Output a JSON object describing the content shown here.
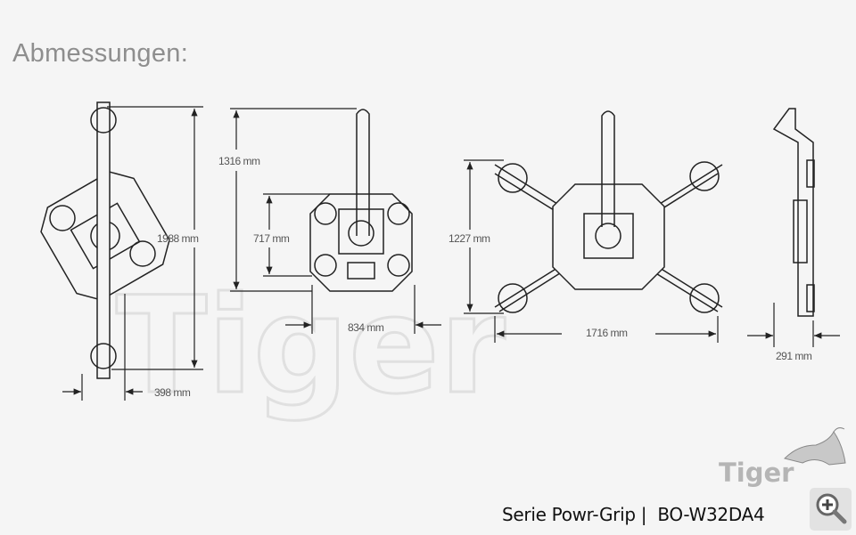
{
  "page": {
    "title": "Abmessungen:"
  },
  "dimensions": {
    "view1_height": "1988 mm",
    "view1_width": "398 mm",
    "view2_height": "1316 mm",
    "view2_frame_height": "717 mm",
    "view2_width": "834 mm",
    "view3_height": "1227 mm",
    "view3_width": "1716 mm",
    "view4_depth": "291 mm"
  },
  "watermark": {
    "text": "Tiger"
  },
  "logo": {
    "text": "Tiger"
  },
  "footer": {
    "product": "Serie Powr-Grip |  BO-W32DA4"
  },
  "controls": {
    "zoom_icon": "zoom-in-icon"
  },
  "colors": {
    "background": "#f5f5f5",
    "line": "#222222",
    "title": "#8e8e8e"
  }
}
